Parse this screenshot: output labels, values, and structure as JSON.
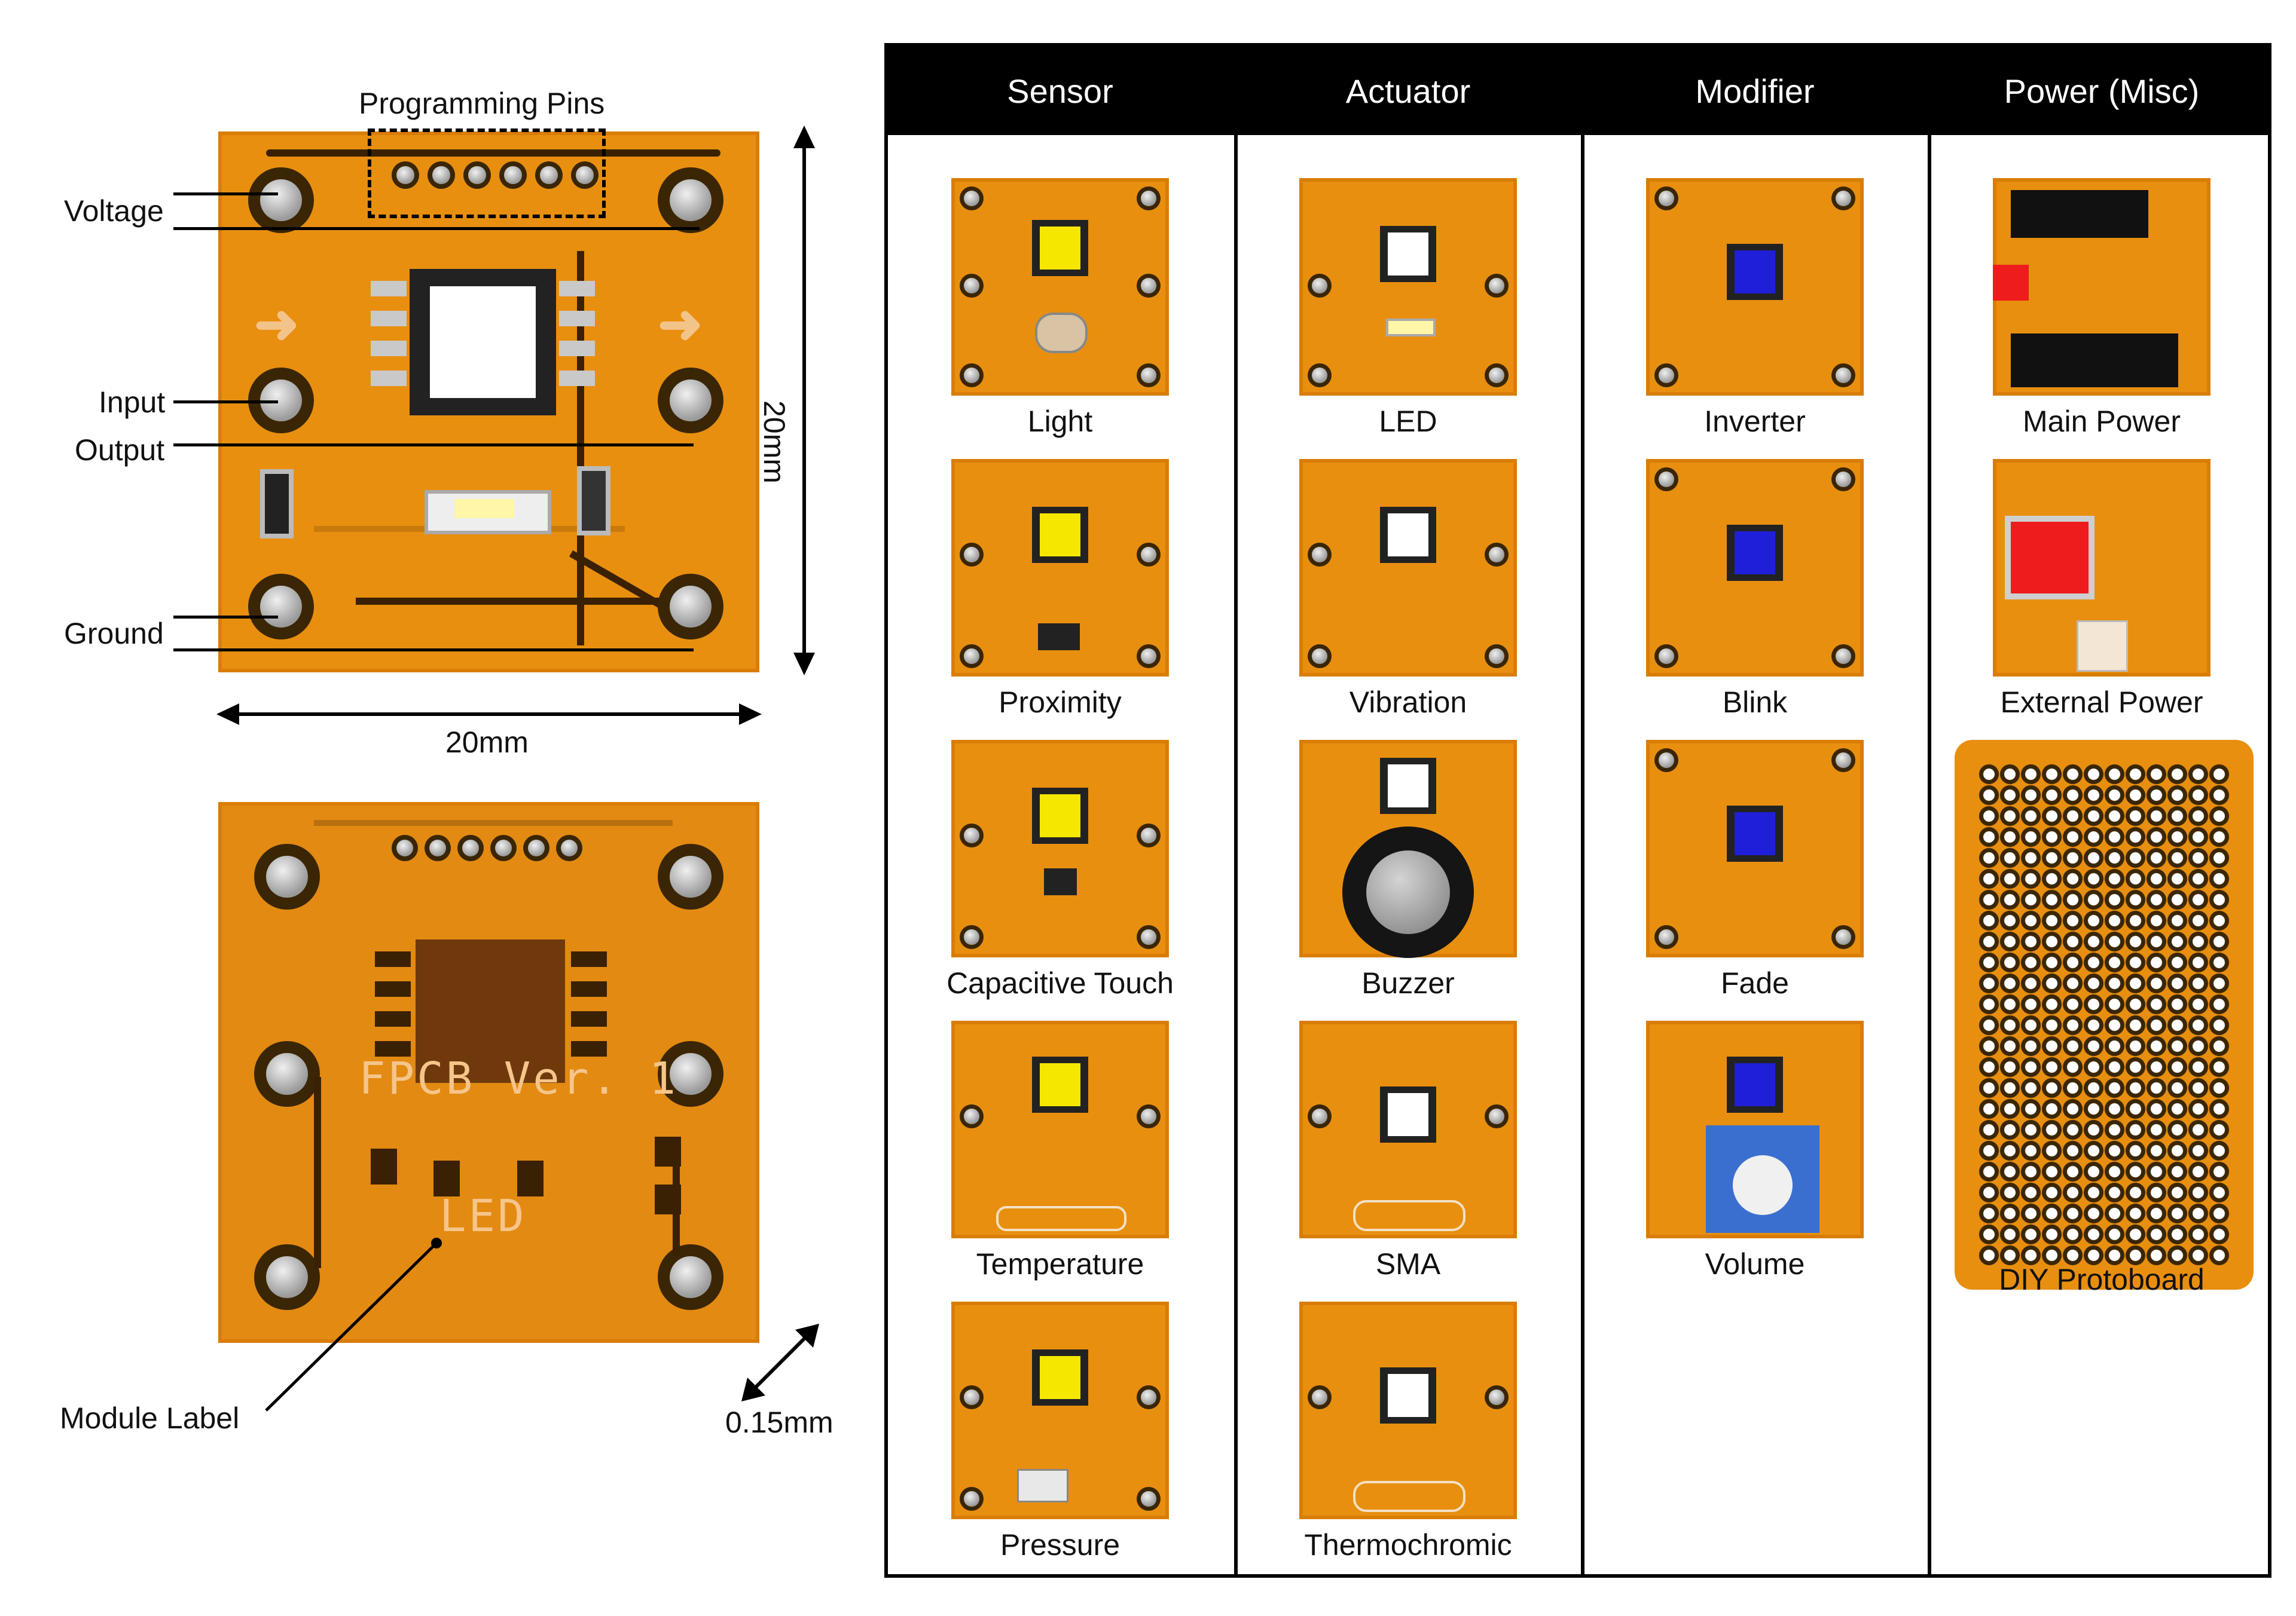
{
  "annotations": {
    "programming_pins": "Programming Pins",
    "voltage": "Voltage",
    "input": "Input",
    "output": "Output",
    "ground": "Ground",
    "width_dim": "20mm",
    "height_dim": "20mm",
    "module_label": "Module Label",
    "thickness": "0.15mm"
  },
  "bottom_board": {
    "fpcb_text": "FPCB Ver. 1",
    "led_text": "LED"
  },
  "table": {
    "columns": [
      {
        "header": "Sensor",
        "items": [
          "Light",
          "Proximity",
          "Capacitive Touch",
          "Temperature",
          "Pressure"
        ]
      },
      {
        "header": "Actuator",
        "items": [
          "LED",
          "Vibration",
          "Buzzer",
          "SMA",
          "Thermochromic"
        ]
      },
      {
        "header": "Modifier",
        "items": [
          "Inverter",
          "Blink",
          "Fade",
          "Volume"
        ]
      },
      {
        "header": "Power (Misc)",
        "items": [
          "Main Power",
          "External Power",
          "DIY Protoboard"
        ]
      }
    ]
  },
  "colors": {
    "board_orange": "#e88f10",
    "sensor_chip": "#f5e700",
    "actuator_chip": "#ffffff",
    "modifier_chip": "#1f1fd9",
    "power_red": "#ee1c1c"
  }
}
